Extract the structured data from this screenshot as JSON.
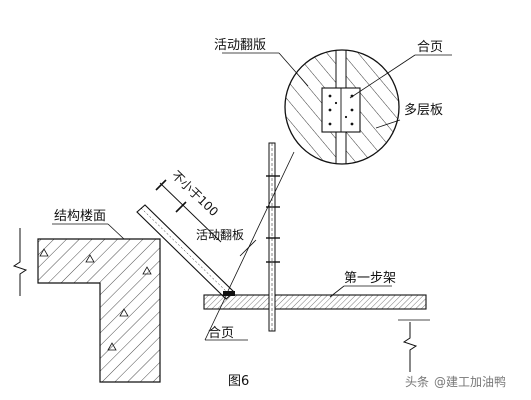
{
  "labels": {
    "movable_flap_top": "活动翻版",
    "hinge_top": "合页",
    "multilayer_board": "多层板",
    "structure_floor": "结构楼面",
    "dimension": "不小于100",
    "movable_flap_side": "活动翻板",
    "first_step_frame": "第一步架",
    "hinge_bottom": "合页",
    "figure_caption": "图6"
  },
  "watermark": {
    "prefix": "头条",
    "handle": "@建工加油鸭"
  },
  "colors": {
    "line": "#111111",
    "hatch": "#222222",
    "watermark": "#777777"
  }
}
